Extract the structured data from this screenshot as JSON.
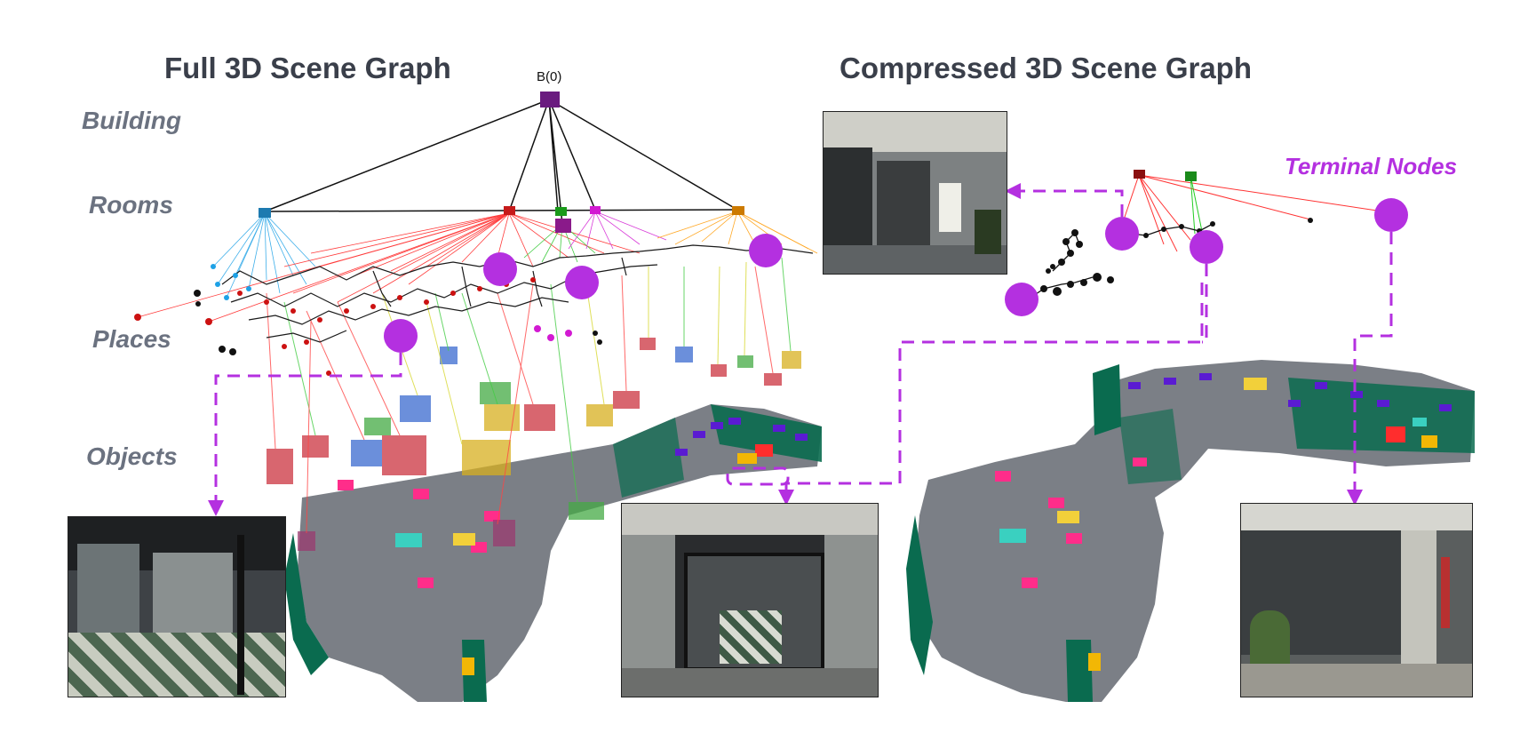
{
  "titles": {
    "full": "Full 3D Scene Graph",
    "compressed": "Compressed 3D Scene Graph"
  },
  "layers": {
    "building": "Building",
    "rooms": "Rooms",
    "places": "Places",
    "objects": "Objects"
  },
  "root_label": "B(0)",
  "terminal_label": "Terminal Nodes",
  "colors": {
    "terminal": "#b430e0",
    "building": "#6a1b7f",
    "room_blue": "#1da1e6",
    "room_red": "#ff1a1a",
    "room_green": "#22c322",
    "room_magenta": "#d21ad2",
    "room_orange": "#ff9a00",
    "floor_grey": "#7b7f86",
    "wall_green": "#0a6b4f"
  }
}
